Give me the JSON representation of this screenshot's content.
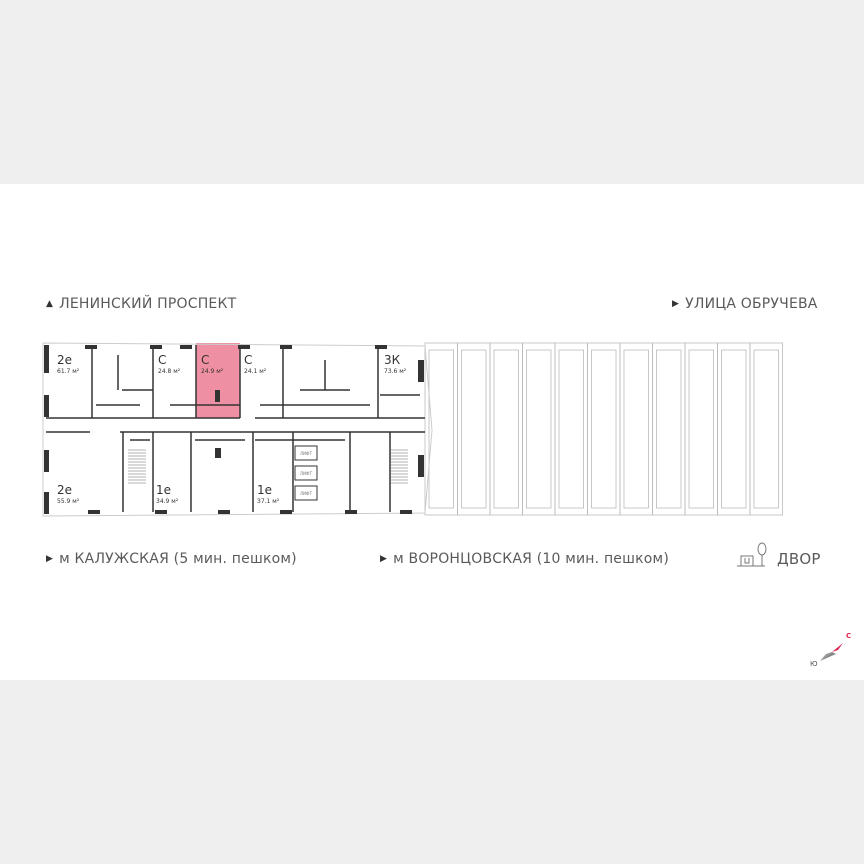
{
  "streets": {
    "top_left": "ЛЕНИНСКИЙ ПРОСПЕКТ",
    "top_right": "УЛИЦА ОБРУЧЕВА"
  },
  "metro": [
    {
      "label": "м КАЛУЖСКАЯ (5 мин. пешком)"
    },
    {
      "label": "м ВОРОНЦОВСКАЯ  (10 мин. пешком)"
    }
  ],
  "yard": {
    "label": "ДВОР",
    "icon": "yard-icon"
  },
  "compass": {
    "north": "С",
    "south": "Ю"
  },
  "units": [
    {
      "type": "2е",
      "area": "61.7 м²"
    },
    {
      "type": "С",
      "area": "24.8 м²"
    },
    {
      "type": "С",
      "area": "24.9 м²",
      "selected": true
    },
    {
      "type": "С",
      "area": "24.1 м²"
    },
    {
      "type": "3К",
      "area": "73.6 м²"
    },
    {
      "type": "2е",
      "area": "55.9 м²"
    },
    {
      "type": "1е",
      "area": "34.9 м²"
    },
    {
      "type": "1е",
      "area": "37.1 м²"
    }
  ],
  "lift_label": "ЛИФТ",
  "colors": {
    "selected": "#ee8fa3",
    "accent": "#d9254f",
    "wall": "#333333"
  }
}
